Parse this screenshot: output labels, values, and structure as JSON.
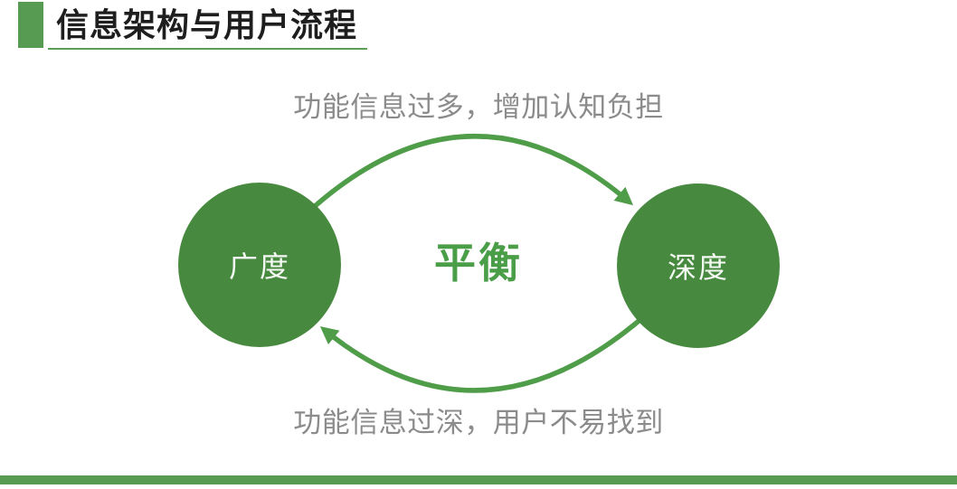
{
  "slide": {
    "title": "信息架构与用户流程",
    "diagram": {
      "top_caption": "功能信息过多，增加认知负担",
      "bottom_caption": "功能信息过深，用户不易找到",
      "center_label": "平衡",
      "nodes": [
        {
          "id": "breadth",
          "label": "广度"
        },
        {
          "id": "depth",
          "label": "深度"
        }
      ],
      "flow": [
        {
          "from": "广度",
          "to": "深度",
          "caption": "功能信息过多，增加认知负担"
        },
        {
          "from": "深度",
          "to": "广度",
          "caption": "功能信息过深，用户不易找到"
        }
      ]
    },
    "colors": {
      "circle_green": "#47893f",
      "arrow_green": "#4f9c49",
      "accent_green": "#569b51",
      "balance_text_green": "#4b9e48",
      "caption_gray": "#8b8b8b",
      "title_black": "#1e1e1e",
      "background": "#ffffff"
    }
  }
}
